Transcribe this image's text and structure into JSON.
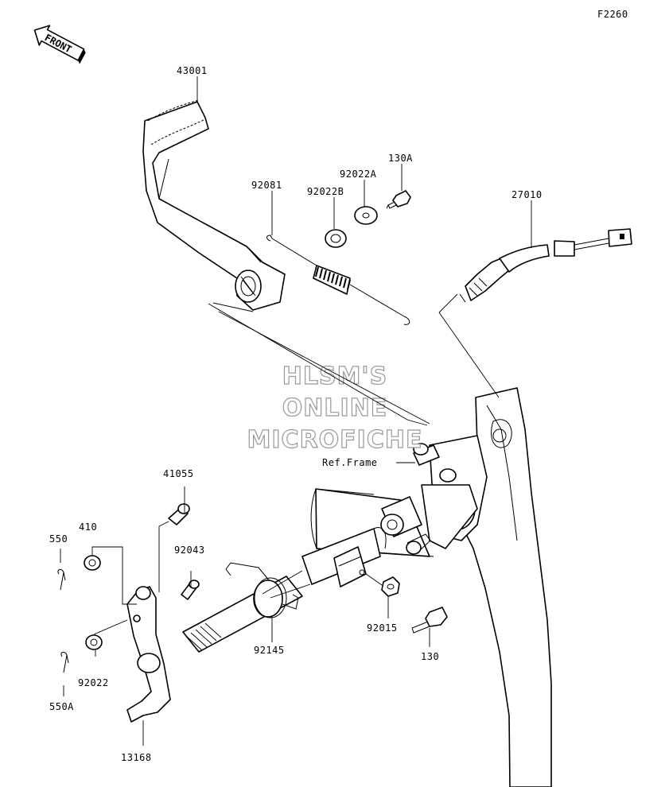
{
  "figure_code": "F2260",
  "front_label": "FRONT",
  "watermark": [
    "HLSM'S",
    "ONLINE",
    "MICROFICHE"
  ],
  "ref_label": "Ref.Frame",
  "parts": {
    "p43001": "43001",
    "p92081": "92081",
    "p92022B": "92022B",
    "p92022A": "92022A",
    "p130A": "130A",
    "p27010": "27010",
    "p41055": "41055",
    "p410": "410",
    "p550": "550",
    "p92043": "92043",
    "p92022": "92022",
    "p550A": "550A",
    "p13168": "13168",
    "p92145": "92145",
    "p92015": "92015",
    "p130": "130"
  }
}
